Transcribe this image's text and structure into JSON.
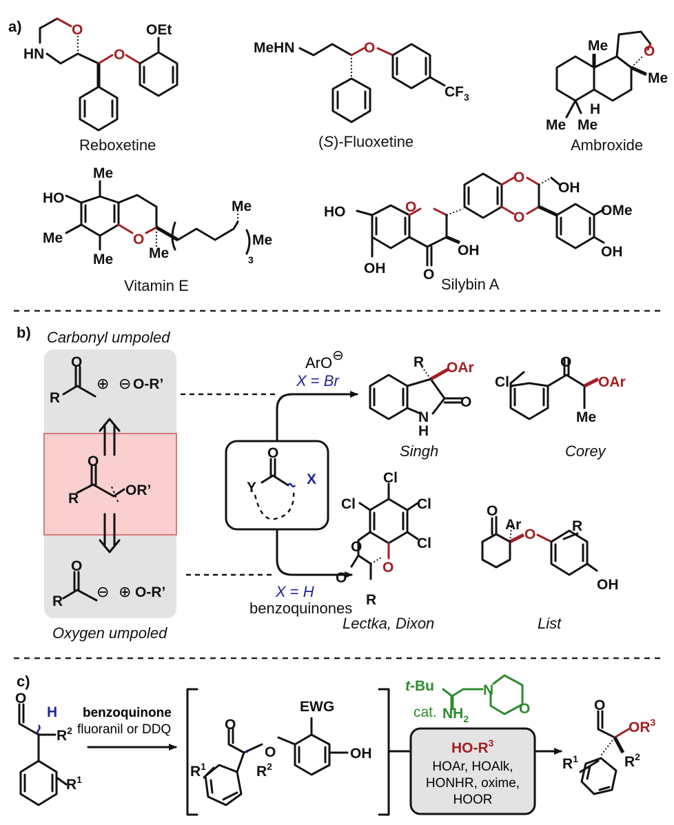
{
  "panels": {
    "a": {
      "label": "a)",
      "compounds": [
        {
          "name": "Reboxetine",
          "atoms": {
            "nh": "HN",
            "o_ring": "O",
            "o_ether": "O",
            "oet": "OEt"
          }
        },
        {
          "name_prefix": "(",
          "name_italic": "S",
          "name_suffix": ")-Fluoxetine",
          "atoms": {
            "mehn": "MeHN",
            "o": "O",
            "cf3": "CF",
            "cf3_sub": "3"
          }
        },
        {
          "name": "Ambroxide",
          "atoms": {
            "me_top": "Me",
            "o": "O",
            "me_right": "Me",
            "h": "H",
            "me1": "Me",
            "me2": "Me"
          }
        },
        {
          "name": "Vitamin E",
          "atoms": {
            "ho": "HO",
            "me_top": "Me",
            "me_left": "Me",
            "me_bottom": "Me",
            "o": "O",
            "me_q": "Me",
            "me_side": "Me",
            "me_end": "Me",
            "repeat": "3"
          }
        },
        {
          "name": "Silybin A",
          "atoms": {
            "ho": "HO",
            "o_ring": "O",
            "oh_bottom": "OH",
            "o_keto": "O",
            "oh3": "OH",
            "o_diox1": "O",
            "o_diox2": "O",
            "oh_ch2": "OH",
            "ome": "OMe",
            "oh_ar": "OH"
          }
        }
      ]
    },
    "b": {
      "label": "b)",
      "carbonyl_umpoled": "Carbonyl umpoled",
      "oxygen_umpoled": "Oxygen umpoled",
      "top_species": {
        "o": "O",
        "r": "R",
        "plus": "⊕",
        "minus": "⊖",
        "or": "O-R’"
      },
      "center_species": {
        "o": "O",
        "r": "R",
        "or": "OR’"
      },
      "bottom_species": {
        "o": "O",
        "r": "R",
        "minus": "⊖",
        "plus": "⊕",
        "or": "O-R’"
      },
      "substrate": {
        "o": "O",
        "y": "Y",
        "x": "X"
      },
      "upper_path": {
        "reagent": "ArO",
        "charge": "⊖",
        "condition_x": "X",
        "condition_eq": " = ",
        "condition_val": "Br"
      },
      "lower_path": {
        "condition_x": "X",
        "condition_eq": " = ",
        "condition_val": "H",
        "reagent": "benzoquinones"
      },
      "products": [
        {
          "name": "Singh",
          "atoms": {
            "r": "R",
            "oar": "OAr",
            "o": "O",
            "n": "N",
            "h": "H"
          }
        },
        {
          "name": "Corey",
          "atoms": {
            "cl": "Cl",
            "o": "O",
            "oar": "OAr",
            "me": "Me"
          }
        },
        {
          "name": "Lectka, Dixon",
          "atoms": {
            "cl1": "Cl",
            "cl2": "Cl",
            "cl3": "Cl",
            "cl4": "Cl",
            "o1": "O",
            "o2": "O",
            "o3": "O",
            "r": "R"
          }
        },
        {
          "name": "List",
          "atoms": {
            "o": "O",
            "ar": "Ar",
            "o_ether": "O",
            "r": "R",
            "oh": "OH"
          }
        }
      ]
    },
    "c": {
      "label": "c)",
      "start": {
        "o": "O",
        "h": "H",
        "r2": "R",
        "r2_sup": "2",
        "r1": "R",
        "r1_sup": "1"
      },
      "arrow1": {
        "bold": "benzoquinone",
        "normal": "fluoranil or DDQ"
      },
      "intermediate": {
        "o": "O",
        "o_ether": "O",
        "ewg": "EWG",
        "oh": "OH",
        "r1": "R",
        "r1_sup": "1",
        "r2": "R",
        "r2_sup": "2"
      },
      "catalyst": {
        "tbu_t": "t",
        "tbu": "-Bu",
        "cat": "cat.",
        "nh2": "NH",
        "nh2_sub": "2",
        "n": "N",
        "o": "O"
      },
      "nucleophile_box": {
        "title": "HO-R",
        "title_sup": "3",
        "lines": [
          "HOAr, HOAlk,",
          "HONHR, oxime,",
          "HOOR"
        ]
      },
      "product": {
        "o": "O",
        "or3": "OR",
        "or3_sup": "3",
        "r1": "R",
        "r1_sup": "1",
        "r2": "R",
        "r2_sup": "2"
      }
    }
  },
  "colors": {
    "oxygen_highlight": "#a21f24",
    "x_blue": "#23239a",
    "catalyst_green": "#2e8b2e",
    "gray_panel": "#e3e3e3",
    "pink_panel": "#f9cfcf"
  }
}
